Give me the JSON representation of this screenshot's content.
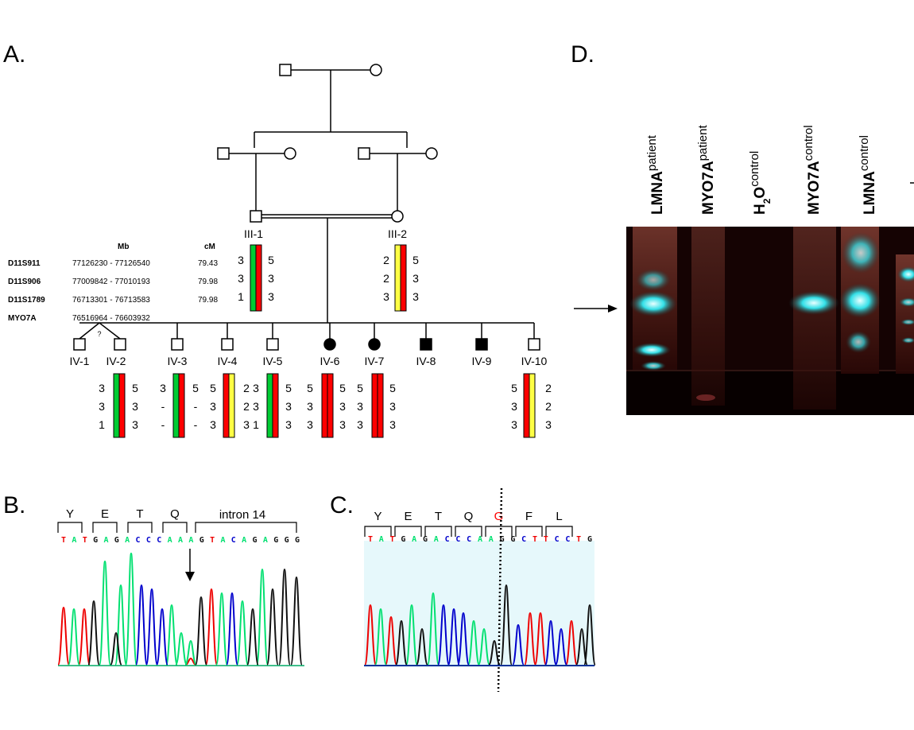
{
  "panels": {
    "A": "A.",
    "B": "B.",
    "C": "C.",
    "D": "D."
  },
  "pedigree": {
    "parent_labels": [
      "III-1",
      "III-2"
    ],
    "children": [
      "IV-1",
      "IV-2",
      "IV-3",
      "IV-4",
      "IV-5",
      "IV-6",
      "IV-7",
      "IV-8",
      "IV-9",
      "IV-10"
    ],
    "affected": [
      "IV-6",
      "IV-7",
      "IV-8",
      "IV-9"
    ]
  },
  "markers": {
    "headers": {
      "mb": "Mb",
      "cm": "cM"
    },
    "rows": [
      {
        "name": "D11S911",
        "mb": "77126230 - 77126540",
        "cm": "79.43"
      },
      {
        "name": "D11S906",
        "mb": "77009842 - 77010193",
        "cm": "79.98"
      },
      {
        "name": "D11S1789",
        "mb": "76713301 - 76713583",
        "cm": "79.98"
      },
      {
        "name": "MYO7A",
        "mb": "76516964 - 76603932",
        "cm": ""
      }
    ]
  },
  "haplotypes": {
    "III-1": {
      "left": [
        "3",
        "3",
        "1"
      ],
      "right": [
        "5",
        "3",
        "3"
      ],
      "colors": [
        "#00cc33",
        "#ff0000"
      ]
    },
    "III-2": {
      "left": [
        "2",
        "2",
        "3"
      ],
      "right": [
        "5",
        "3",
        "3"
      ],
      "colors": [
        "#ffff44",
        "#ff0000"
      ]
    },
    "IV-2": {
      "left": [
        "3",
        "3",
        "1"
      ],
      "right": [
        "5",
        "3",
        "3"
      ],
      "colors": [
        "#00cc33",
        "#ff0000"
      ]
    },
    "IV-3": {
      "left": [
        "3",
        "-",
        "-"
      ],
      "right": [
        "5",
        "-",
        "-"
      ],
      "colors": [
        "#00cc33",
        "#ff0000"
      ]
    },
    "IV-4": {
      "left": [
        "5",
        "3",
        "3"
      ],
      "right": [
        "2",
        "2",
        "3"
      ],
      "colors": [
        "#ff0000",
        "#ffff44"
      ]
    },
    "IV-5": {
      "left": [
        "3",
        "3",
        "1"
      ],
      "right": [
        "5",
        "3",
        "3"
      ],
      "colors": [
        "#00cc33",
        "#ff0000"
      ]
    },
    "IV-6": {
      "left": [
        "5",
        "3",
        "3"
      ],
      "right": [
        "5",
        "3",
        "3"
      ],
      "colors": [
        "#ff0000",
        "#ff0000"
      ]
    },
    "IV-7": {
      "left": [
        "5",
        "3",
        "3"
      ],
      "right": [
        "5",
        "3",
        "3"
      ],
      "colors": [
        "#ff0000",
        "#ff0000"
      ]
    },
    "IV-10": {
      "left": [
        "5",
        "3",
        "3"
      ],
      "right": [
        "2",
        "2",
        "3"
      ],
      "colors": [
        "#ff0000",
        "#ffff44"
      ]
    }
  },
  "sequence_B": {
    "codons": [
      "Y",
      "E",
      "T",
      "Q"
    ],
    "intron_label": "intron 14",
    "bases": "TATGAGACCCAAAGTACAGAGGG"
  },
  "sequence_C": {
    "codons": [
      "Y",
      "E",
      "T",
      "Q",
      "G",
      "F",
      "L"
    ],
    "mutant_codon": "G",
    "bases": "TATGAGACCCAAGGCTTCCTG"
  },
  "gel": {
    "lanes": [
      {
        "main": "LMNA",
        "sup": "patient"
      },
      {
        "main": "MYO7A",
        "sup": "patient"
      },
      {
        "main": "H",
        "sub": "2",
        "main2": "O",
        "sup": "control"
      },
      {
        "main": "MYO7A",
        "sup": "control"
      },
      {
        "main": "LMNA",
        "sup": "control"
      }
    ]
  },
  "colors": {
    "healthy_haplotype": "#00cc33",
    "disease_haplotype": "#ff0000",
    "other_haplotype": "#ffff44",
    "trace_A": "#00e070",
    "trace_C": "#0000cc",
    "trace_G": "#111111",
    "trace_T": "#ee0000"
  }
}
